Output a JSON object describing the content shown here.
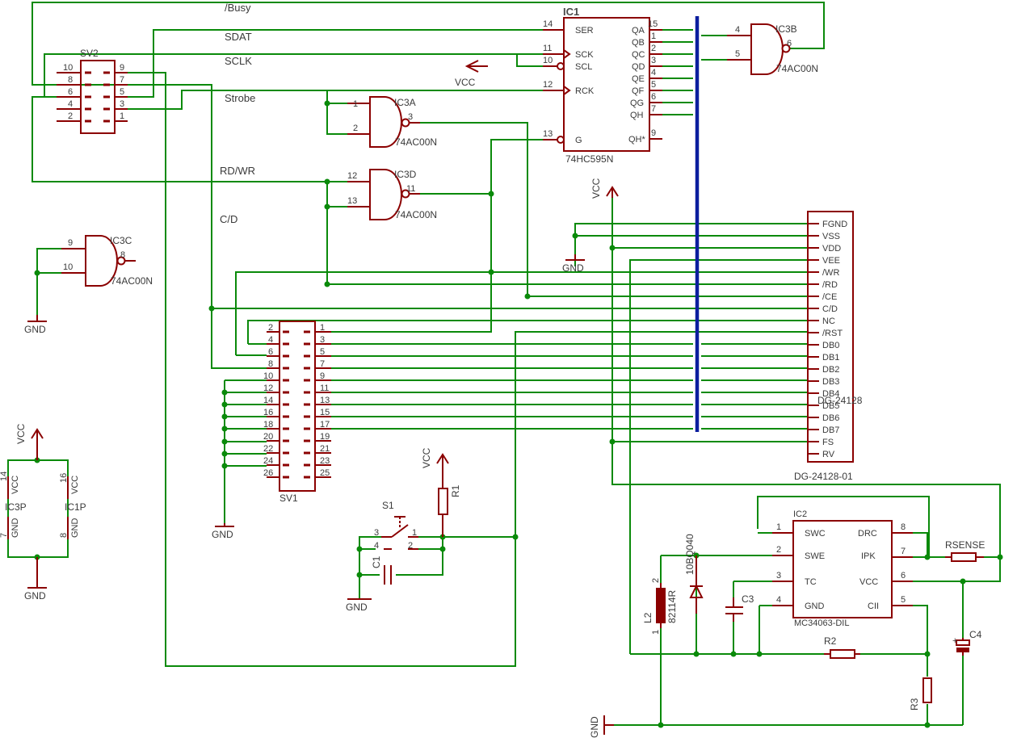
{
  "title": "Schematic: DG-24128 graphic LCD interface",
  "nets": {
    "busy": "/Busy",
    "sdat": "SDAT",
    "sclk": "SCLK",
    "strobe": "Strobe",
    "rdwr": "RD/WR",
    "cd": "C/D"
  },
  "power": {
    "vcc": "VCC",
    "gnd": "GND"
  },
  "parts": {
    "sv2": "SV2",
    "sv1": "SV1",
    "ic1": "IC1",
    "ic1_value": "74HC595N",
    "ic3a": "IC3A",
    "ic3b": "IC3B",
    "ic3c": "IC3C",
    "ic3d": "IC3D",
    "ic3_value": "74AC00N",
    "ic3p": "IC3P",
    "ic1p": "IC1P",
    "lcd_name": "DG-24128",
    "lcd_value": "DG-24128-01",
    "s1": "S1",
    "r1": "R1",
    "c1": "C1",
    "ic2": "IC2",
    "ic2_value": "MC34063-DIL",
    "rsense": "RSENSE",
    "c3": "C3",
    "c4": "C4",
    "r2": "R2",
    "r3": "R3",
    "l2": "L2",
    "l2_value": "82114R",
    "diode_value": "10BQ040"
  },
  "ic1_pins": {
    "left_names": [
      "SER",
      "SCK",
      "SCL",
      "RCK",
      "G"
    ],
    "left_nums": [
      "14",
      "11",
      "10",
      "12",
      "13"
    ],
    "right_names": [
      "QA",
      "QB",
      "QC",
      "QD",
      "QE",
      "QF",
      "QG",
      "QH",
      "QH*"
    ],
    "right_nums": [
      "15",
      "1",
      "2",
      "3",
      "4",
      "5",
      "6",
      "7",
      "9"
    ]
  },
  "lcd_pins": [
    "FGND",
    "VSS",
    "VDD",
    "VEE",
    "/WR",
    "/RD",
    "/CE",
    "C/D",
    "NC",
    "/RST",
    "DB0",
    "DB1",
    "DB2",
    "DB3",
    "DB4",
    "DB5",
    "DB6",
    "DB7",
    "FS",
    "RV"
  ],
  "sv1_left": [
    "2",
    "4",
    "6",
    "8",
    "10",
    "12",
    "14",
    "16",
    "18",
    "20",
    "22",
    "24",
    "26"
  ],
  "sv1_right": [
    "1",
    "3",
    "5",
    "7",
    "9",
    "11",
    "13",
    "15",
    "17",
    "19",
    "21",
    "23",
    "25"
  ],
  "sv2_left": [
    "10",
    "8",
    "6",
    "4",
    "2"
  ],
  "sv2_right": [
    "9",
    "7",
    "5",
    "3",
    "1"
  ],
  "ic2_pins": {
    "left_names": [
      "SWC",
      "SWE",
      "TC",
      "GND"
    ],
    "left_nums": [
      "1",
      "2",
      "3",
      "4"
    ],
    "right_names": [
      "DRC",
      "IPK",
      "VCC",
      "CII"
    ],
    "right_nums": [
      "8",
      "7",
      "6",
      "5"
    ]
  },
  "gate_pins": {
    "ic3a": [
      "1",
      "2",
      "3"
    ],
    "ic3b": [
      "4",
      "5",
      "6"
    ],
    "ic3c": [
      "9",
      "10",
      "8"
    ],
    "ic3d": [
      "12",
      "13",
      "11"
    ]
  },
  "power_pins": {
    "ic3p_top_num": "14",
    "ic3p_top_name": "VCC",
    "ic3p_bot_num": "7",
    "ic3p_bot_name": "GND",
    "ic1p_top_num": "16",
    "ic1p_top_name": "VCC",
    "ic1p_bot_num": "8",
    "ic1p_bot_name": "GND"
  },
  "misc_pins": {
    "s1_nums": [
      "3",
      "4",
      "1",
      "2"
    ],
    "l2_nums": [
      "2",
      "1"
    ]
  }
}
